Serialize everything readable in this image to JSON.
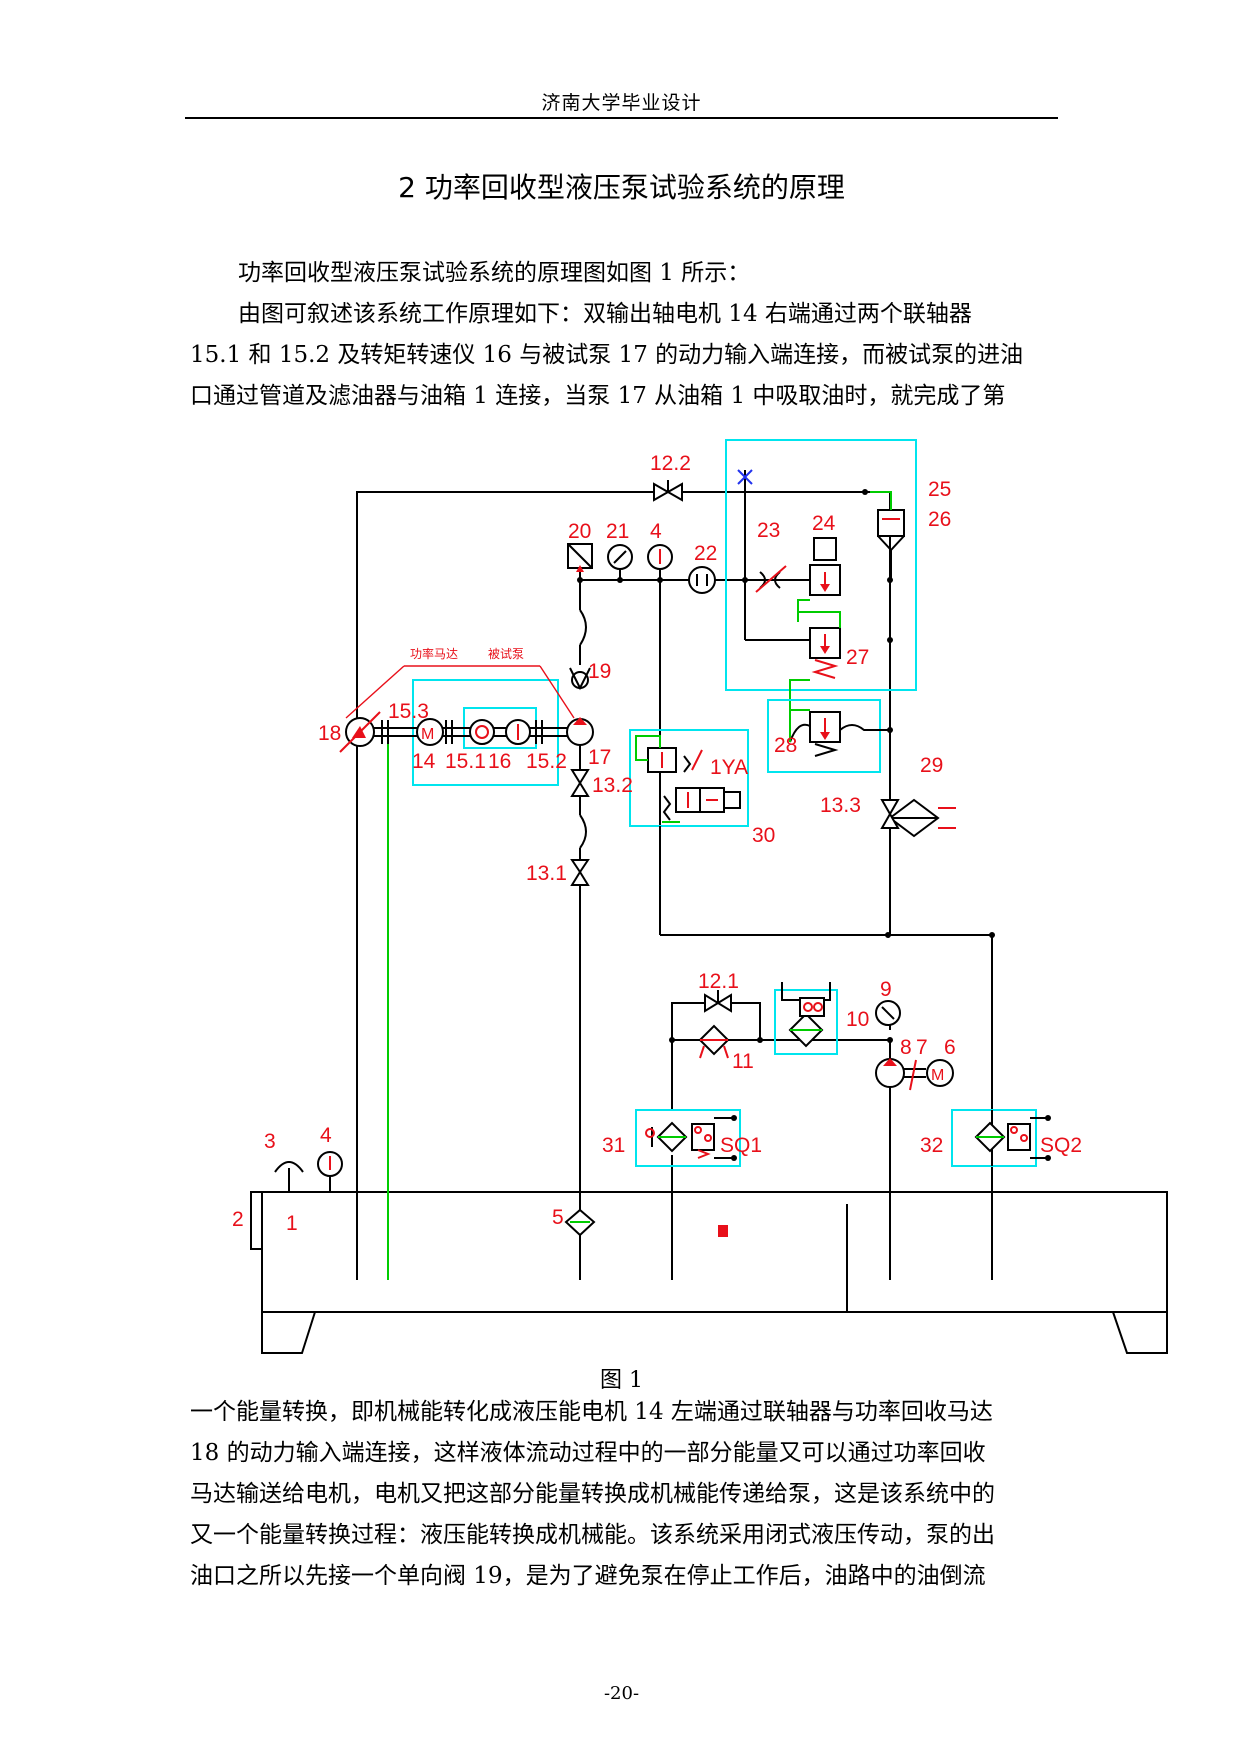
{
  "header": {
    "title": "济南大学毕业设计"
  },
  "section": {
    "title": "2 功率回收型液压泵试验系统的原理"
  },
  "para_top": [
    "功率回收型液压泵试验系统的原理图如图 1 所示：",
    "由图可叙述该系统工作原理如下：双输出轴电机 14 右端通过两个联轴器",
    "15.1 和 15.2 及转矩转速仪 16 与被试泵 17 的动力输入端连接，而被试泵的进油",
    "口通过管道及滤油器与油箱 1 连接，当泵 17 从油箱 1 中吸取油时，就完成了第"
  ],
  "figure": {
    "caption": "图 1",
    "annotation_motor": "功率马达",
    "annotation_pump": "被试泵",
    "labels": {
      "l1": "1",
      "l2": "2",
      "l3": "3",
      "l4a": "4",
      "l4b": "4",
      "l5": "5",
      "l6": "6",
      "l7": "7",
      "l8": "8",
      "l9": "9",
      "l10": "10",
      "l11": "11",
      "l121": "12.1",
      "l122": "12.2",
      "l131": "13.1",
      "l132": "13.2",
      "l133": "13.3",
      "l14": "14",
      "l151": "15.1",
      "l152": "15.2",
      "l153": "15.3",
      "l16": "16",
      "l17": "17",
      "l18": "18",
      "l19": "19",
      "l20": "20",
      "l21": "21",
      "l22": "22",
      "l23": "23",
      "l24": "24",
      "l25": "25",
      "l26": "26",
      "l27": "27",
      "l28": "28",
      "l29": "29",
      "l30": "30",
      "l31": "31",
      "l32": "32",
      "l1ya": "1YA",
      "lsq1": "SQ1",
      "lsq2": "SQ2"
    }
  },
  "para_bottom": [
    "一个能量转换，即机械能转化成液压能电机 14 左端通过联轴器与功率回收马达",
    "18 的动力输入端连接，这样液体流动过程中的一部分能量又可以通过功率回收",
    "马达输送给电机，电机又把这部分能量转换成机械能传递给泵，这是该系统中的",
    "又一个能量转换过程：液压能转换成机械能。该系统采用闭式液压传动，泵的出",
    "油口之所以先接一个单向阀 19，是为了避免泵在停止工作后，油路中的油倒流"
  ],
  "page_number": "-20-",
  "colors": {
    "label": "#e8101a",
    "frame": "#00e5ee",
    "pilot": "#00cc00",
    "line": "#000000"
  }
}
